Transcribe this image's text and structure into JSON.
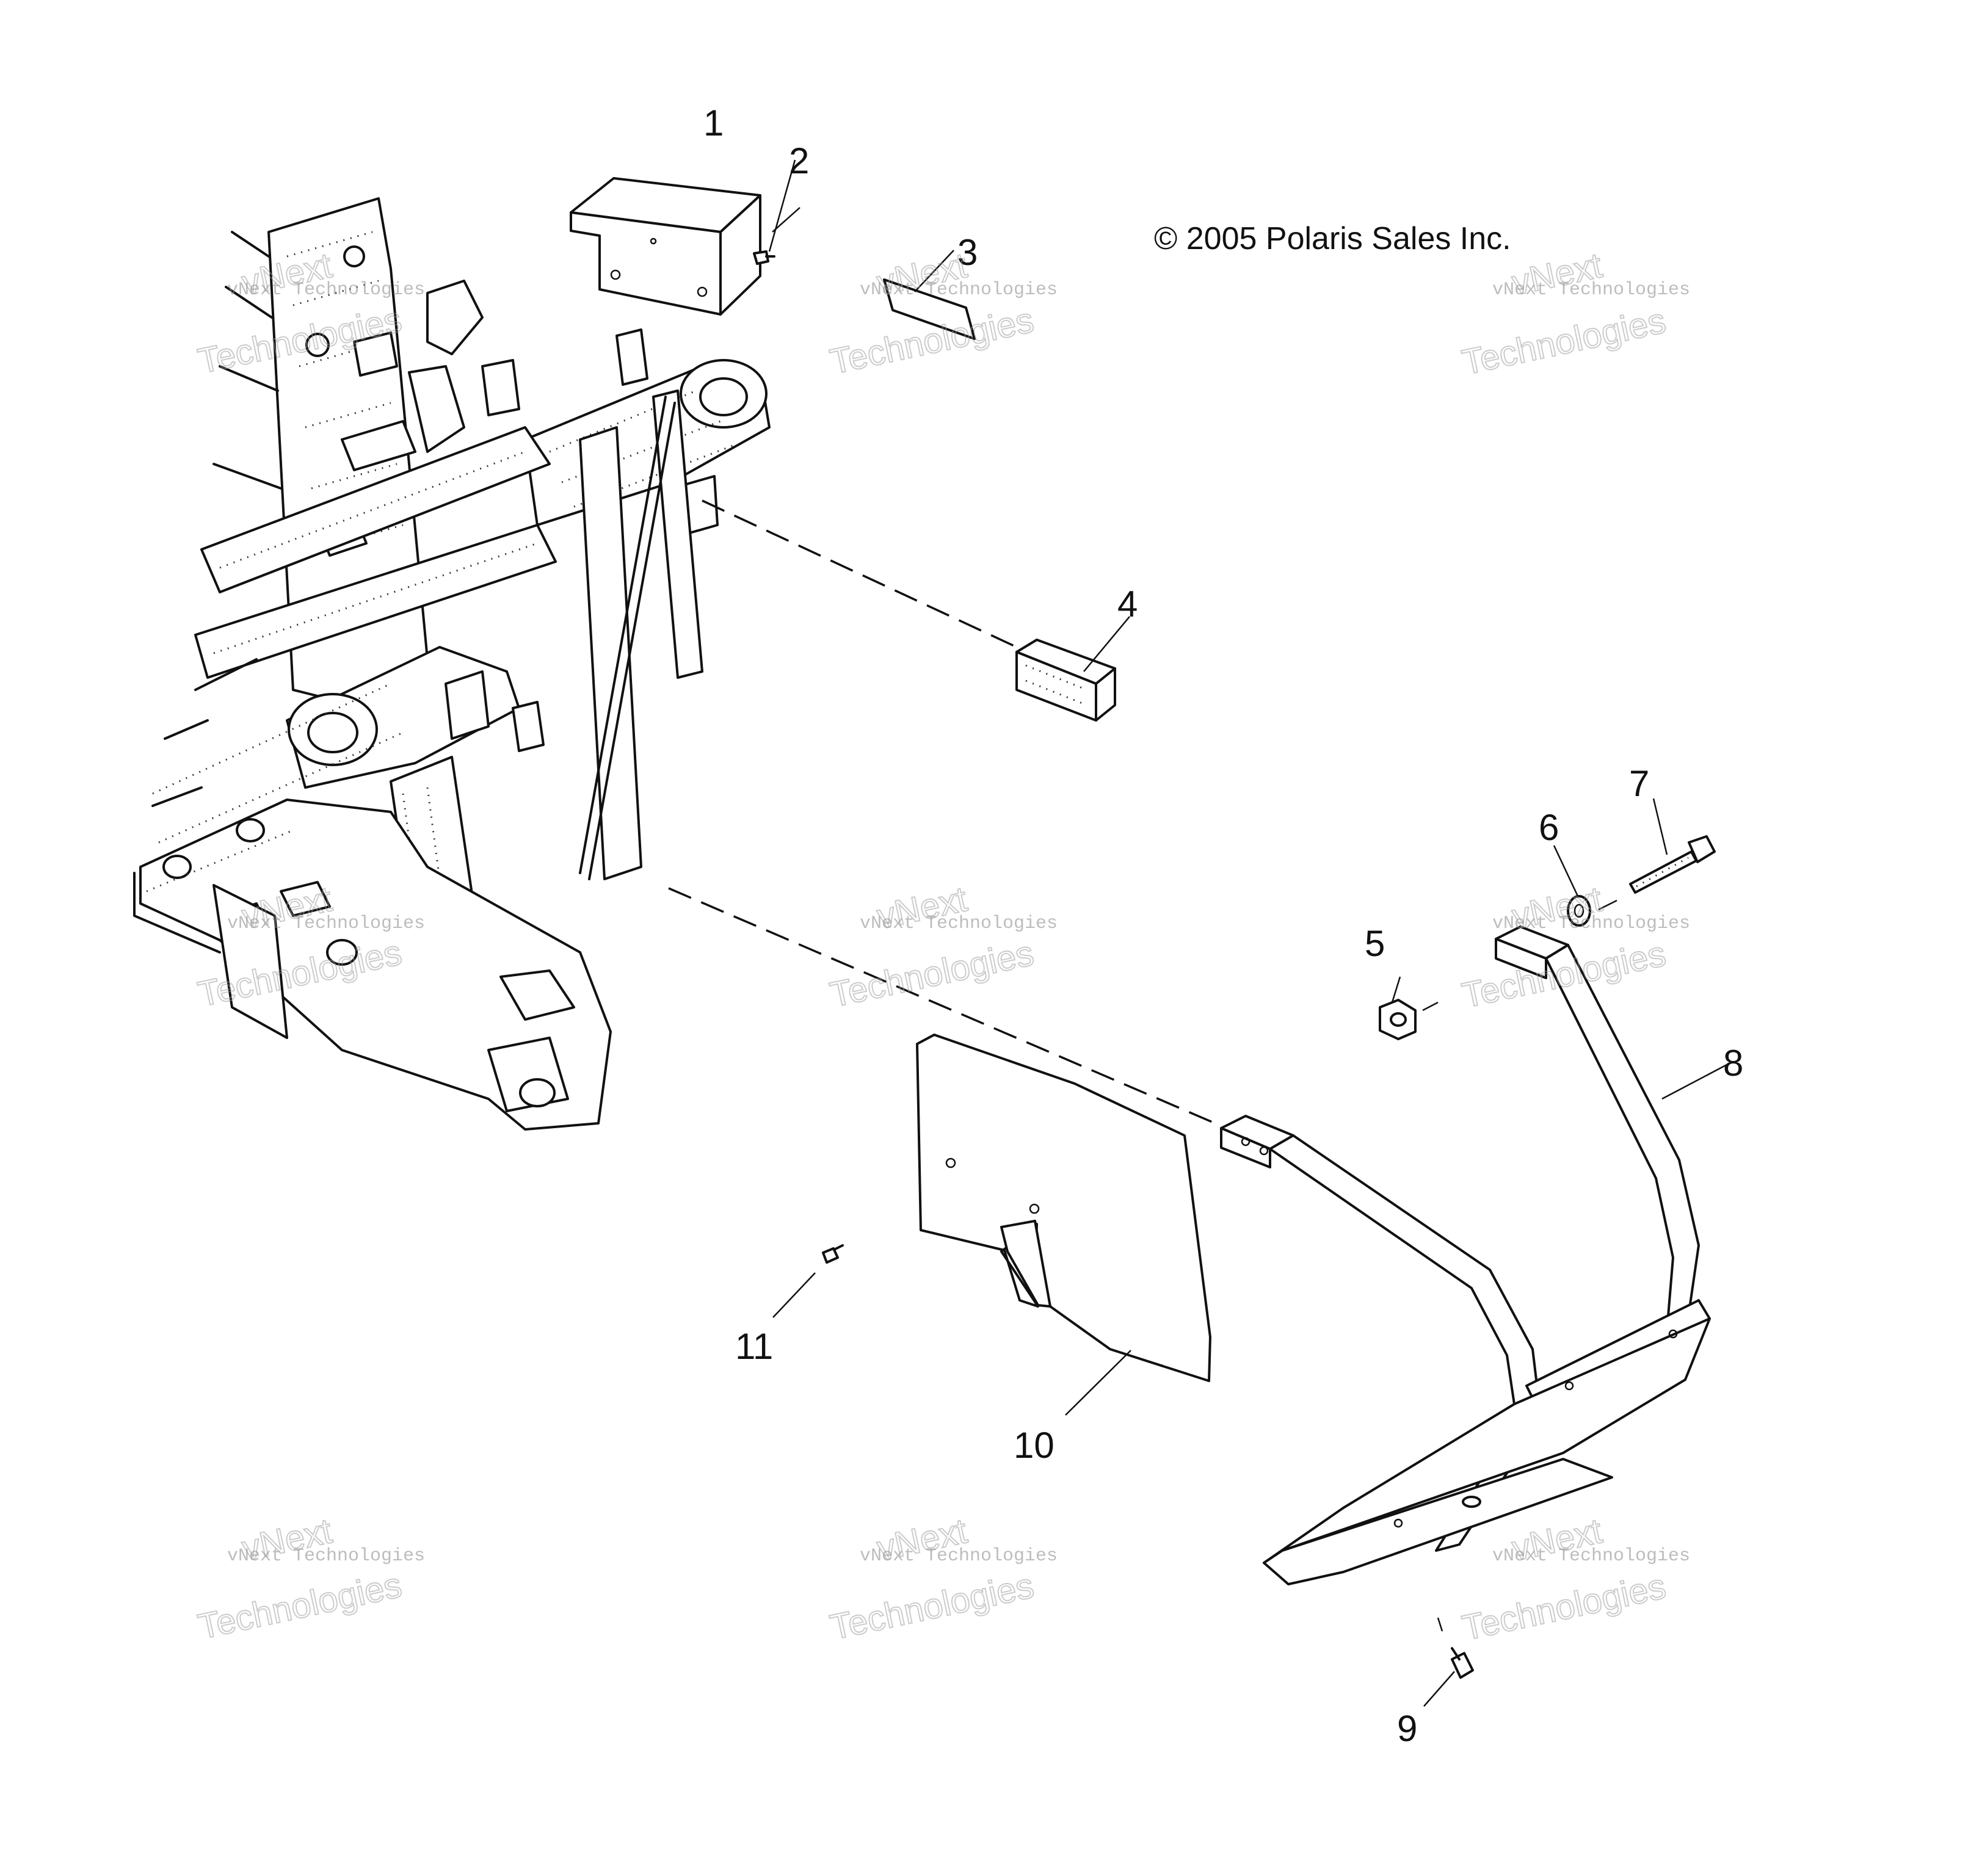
{
  "copyright": "© 2005 Polaris Sales Inc.",
  "parts": [
    {
      "number": "1"
    },
    {
      "number": "2"
    },
    {
      "number": "3"
    },
    {
      "number": "4"
    },
    {
      "number": "5"
    },
    {
      "number": "6"
    },
    {
      "number": "7"
    },
    {
      "number": "8"
    },
    {
      "number": "9"
    },
    {
      "number": "10"
    },
    {
      "number": "11"
    }
  ],
  "watermark": {
    "line1": "vNext Technologies",
    "line2": "vNext",
    "line3": "Technologies"
  }
}
